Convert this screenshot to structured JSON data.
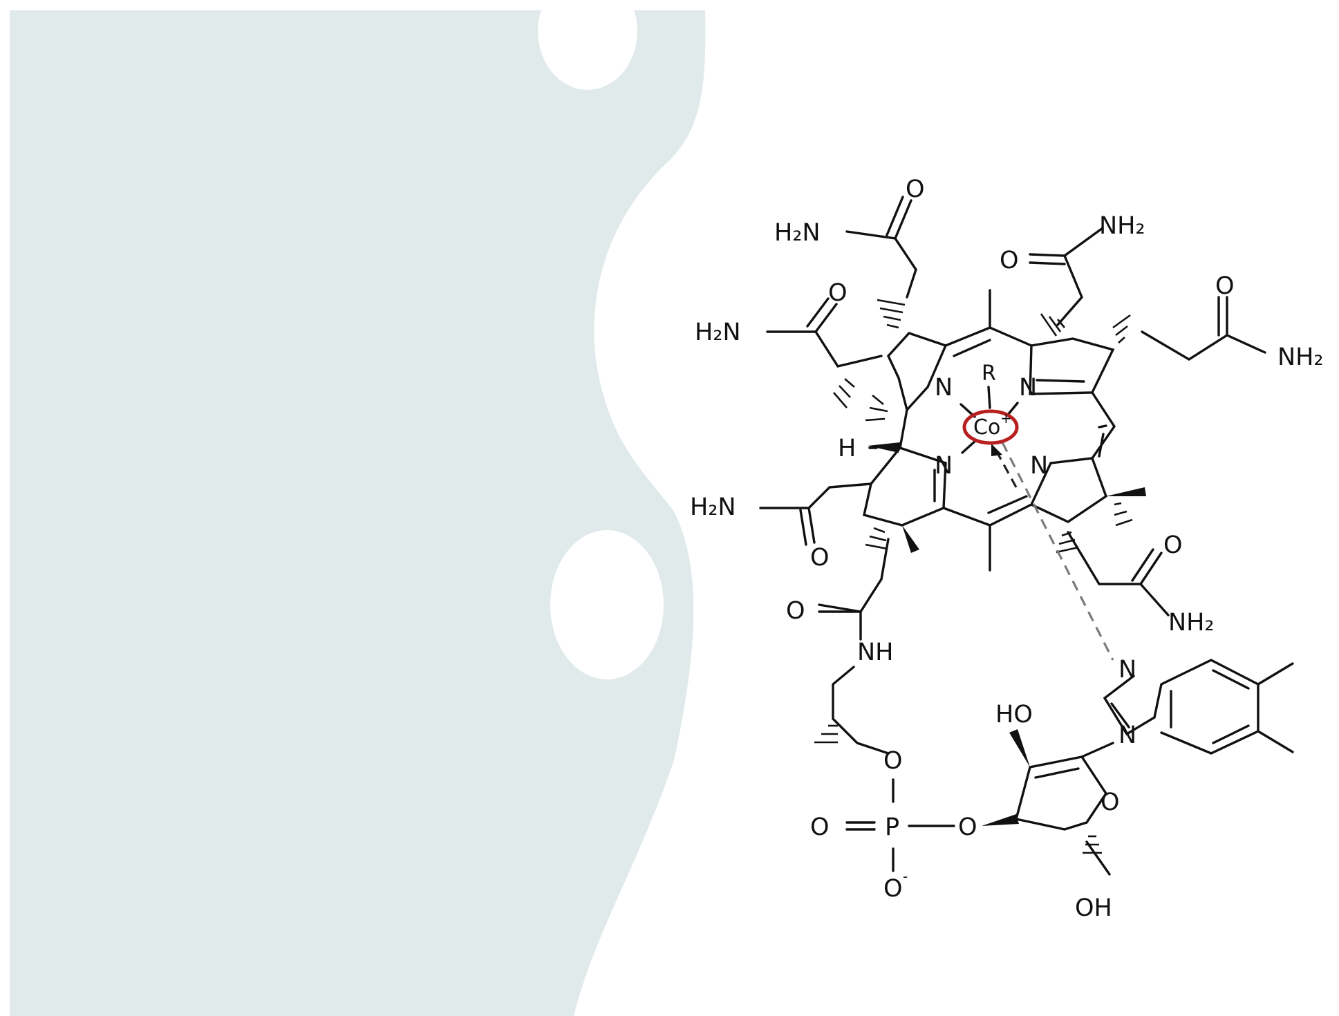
{
  "colors": {
    "background": "#ffffff",
    "panel": "#e1eaeb",
    "highlight_ring": "#b81f1f",
    "bond": "#111111",
    "coordination_dash": "#7a7a7a"
  },
  "atoms": {
    "cobalt": "Co",
    "cobalt_charge": "+",
    "ligand_R": "R",
    "amide_tl": "H₂N",
    "amide_tl_O": "O",
    "amide_l": "H₂N",
    "amide_l_O": "O",
    "amide_bl": "H₂N",
    "amide_bl_O": "O",
    "amide_tr": "NH₂",
    "amide_tr_O": "O",
    "amide_r": "NH₂",
    "amide_r_O": "O",
    "amide_br": "NH₂",
    "amide_br_O": "O",
    "ring_N_tl": "N",
    "ring_N_tr": "N",
    "ring_N_bl": "N",
    "ring_N_br": "N",
    "H_stereo": "H",
    "linker_O": "O",
    "linker_NH": "NH",
    "phosphate_O_top": "O",
    "phosphate_P": "P",
    "phosphate_O_left": "O",
    "phosphate_O_right": "O",
    "phosphate_O_bottom": "O",
    "phosphate_O_charge": "-",
    "sugar_HO": "HO",
    "sugar_O": "O",
    "sugar_OH": "OH",
    "benz_N_top": "N",
    "benz_N_bottom": "N"
  }
}
